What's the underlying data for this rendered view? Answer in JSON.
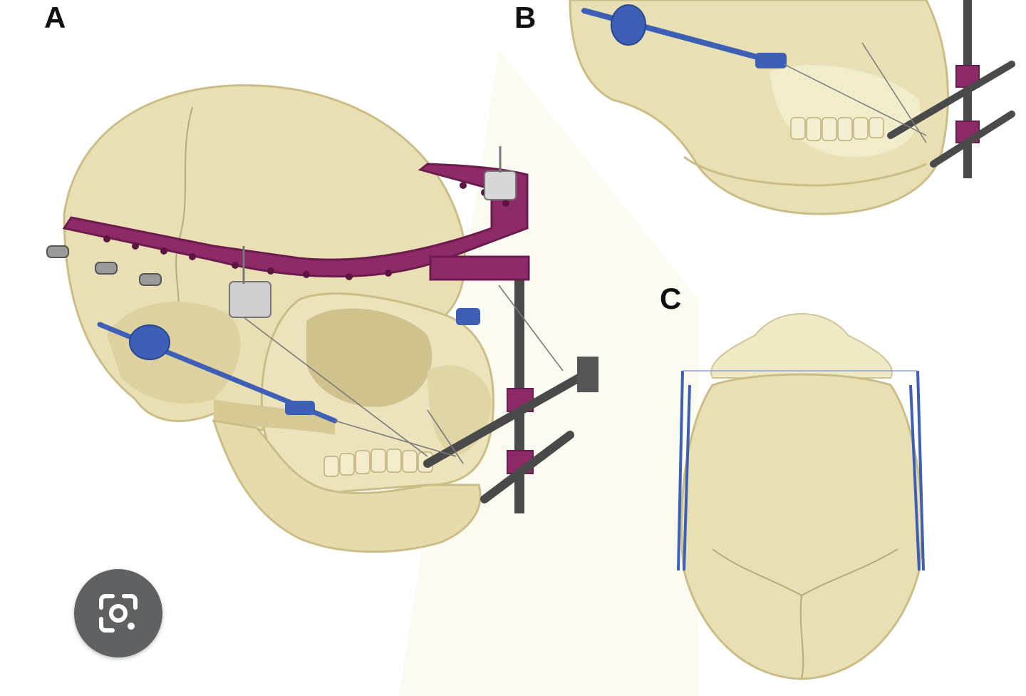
{
  "panels": [
    {
      "label": "A"
    },
    {
      "label": "B"
    },
    {
      "label": "C"
    }
  ],
  "lens_button": {
    "icon": "google-lens-icon"
  },
  "colors": {
    "bone": "#e9dfb4",
    "bone_shadow": "#cbbd86",
    "frame": "#8e2a68",
    "frame_dark": "#6a1c4c",
    "wire": "#3d5fb5",
    "rod": "#4a4a4a",
    "lens_bg": "#5f6163"
  }
}
